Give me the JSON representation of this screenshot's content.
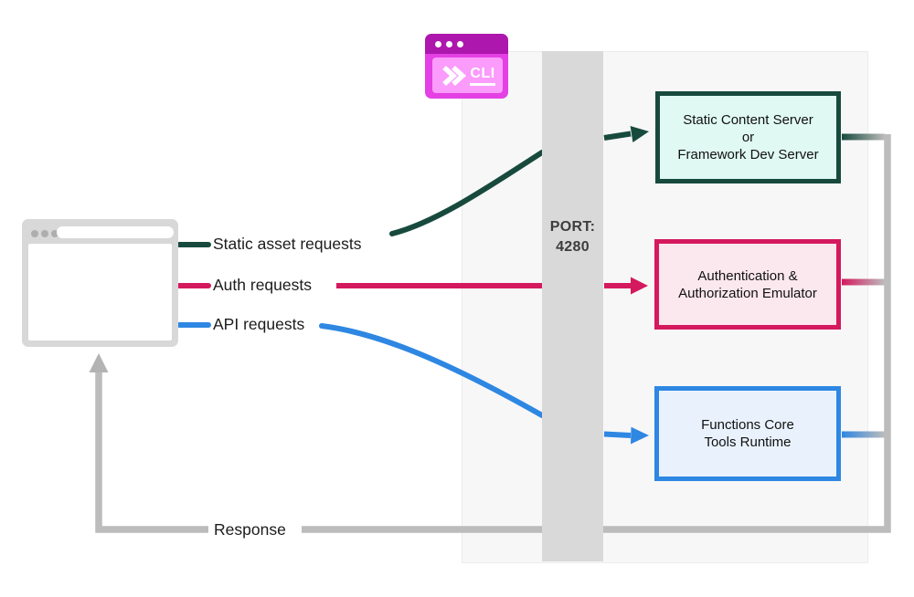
{
  "flow_labels": {
    "static_assets": "Static asset requests",
    "auth": "Auth requests",
    "api": "API requests",
    "response": "Response"
  },
  "port_bar": {
    "line1": "PORT:",
    "line2": "4280"
  },
  "cli_icon": {
    "label": "CLI"
  },
  "boxes": {
    "static_server": {
      "line1": "Static Content Server",
      "line2": "or",
      "line3": "Framework Dev Server"
    },
    "auth_emulator": {
      "line1": "Authentication &",
      "line2": "Authorization Emulator"
    },
    "functions_runtime": {
      "line1": "Functions Core",
      "line2": "Tools Runtime"
    }
  },
  "colors": {
    "static_green": "#174a3d",
    "static_green_fill": "#e0f9f3",
    "auth_pink": "#d4195e",
    "auth_pink_fill": "#fbe7ee",
    "api_blue": "#2e87e2",
    "api_blue_fill": "#e9f2fc",
    "response_gray": "#bcbcbc",
    "port_bar_gray": "#d9d9d9",
    "panel_bg": "#f7f7f7",
    "cli_titlebar_magenta": "#ad17ad",
    "cli_body_magenta": "#e440e4",
    "cli_inner_pink": "#fb9bfb",
    "browser_frame_gray": "#d8d8d8"
  }
}
